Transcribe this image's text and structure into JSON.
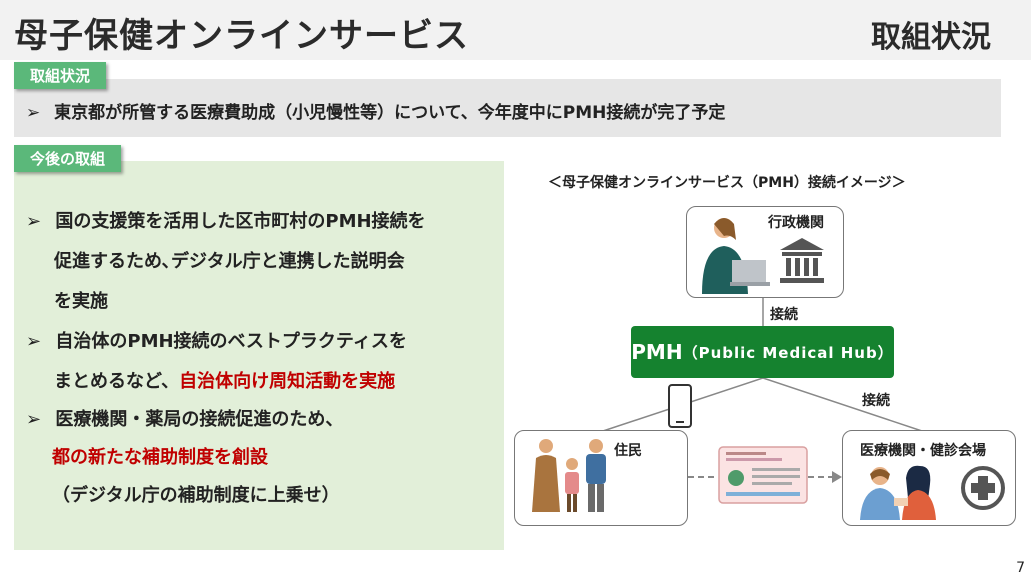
{
  "header": {
    "title": "母子保健オンラインサービス",
    "right_title": "取組状況"
  },
  "status_section": {
    "tag": "取組状況",
    "bullet": "➢",
    "text": "東京都が所管する医療費助成（小児慢性等）について、今年度中にPMH接続が完了予定"
  },
  "future_section": {
    "tag": "今後の取組",
    "bullet": "➢",
    "items": [
      {
        "line1": "国の支援策を活用した区市町村のPMH接続を",
        "line2": "促進するため､デジタル庁と連携した説明会",
        "line3": "を実施"
      },
      {
        "line1": "自治体のPMH接続のベストプラクティスを",
        "line2_plain": "まとめるなど、",
        "line2_red": "自治体向け周知活動を実施"
      },
      {
        "line1": "医療機関・薬局の接続促進のため、",
        "line2_red": "都の新たな補助制度を創設",
        "line3": "（デジタル庁の補助制度に上乗せ）"
      }
    ]
  },
  "diagram": {
    "title": "＜母子保健オンラインサービス（PMH）接続イメージ＞",
    "admin_label": "行政機関",
    "connect_label_1": "接続",
    "connect_label_2": "接続",
    "pmh_main": "PMH",
    "pmh_sub": "（Public Medical Hub）",
    "resident_label": "住民",
    "medical_label": "医療機関・健診会場",
    "icons": [
      "person-with-laptop-icon",
      "government-building-icon",
      "smartphone-icon",
      "family-icon",
      "my-number-card-icon",
      "doctor-patient-icon",
      "medical-cross-icon"
    ]
  },
  "colors": {
    "tag_green": "#5bb87a",
    "pmh_green": "#15822f",
    "panel_green": "#e2efd9",
    "highlight_red": "#c00000"
  },
  "page_number": "7"
}
